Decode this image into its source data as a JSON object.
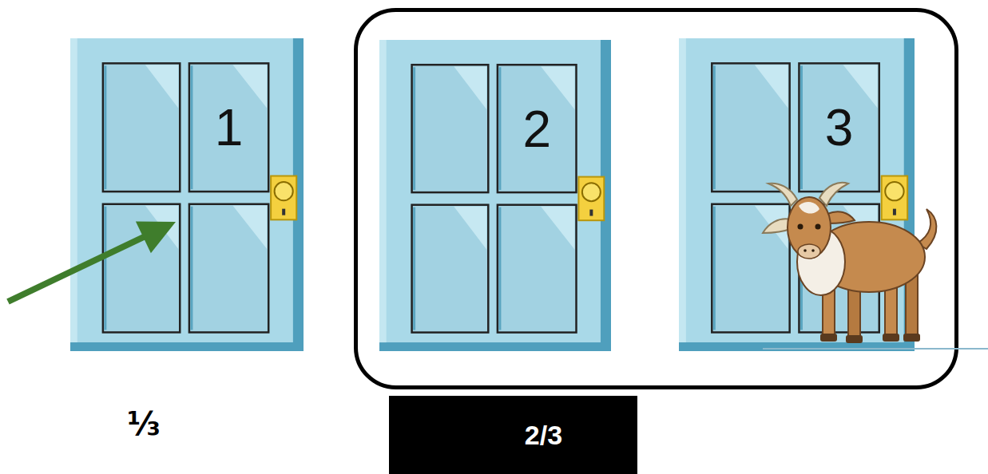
{
  "diagram": {
    "nodes": [
      {
        "text": [
          "1"
        ]
      },
      {
        "text": [
          "2/3"
        ]
      },
      {
        "text": [
          "2"
        ],
        "in": 1
      },
      {
        "text": [
          "3"
        ],
        "in": 1
      }
    ],
    "labels": [
      "⅓"
    ]
  }
}
